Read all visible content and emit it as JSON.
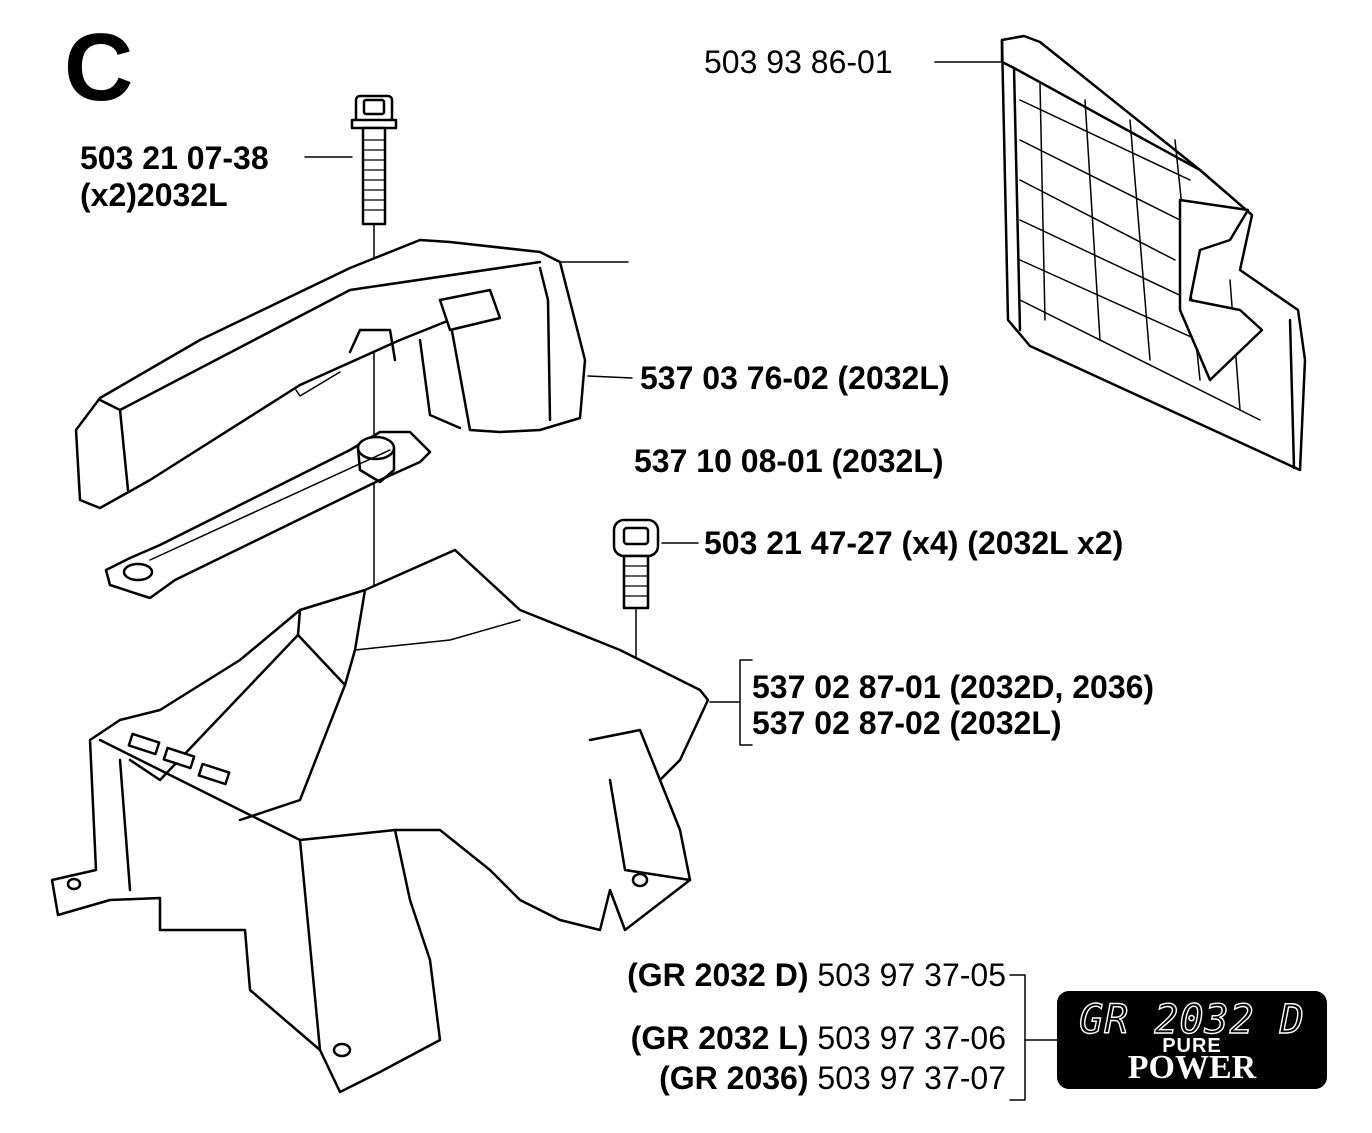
{
  "section_letter": "C",
  "callouts": {
    "grille": "503 93 86-01",
    "top_screw_number": "503 21 07-38",
    "top_screw_note": "(x2)2032L",
    "handle_cover": "537 03 76-02 (2032L)",
    "bracket": "537 10 08-01 (2032L)",
    "side_screw": "503 21 47-27 (x4) (2032L x2)",
    "main_cover_d": "537 02 87-01 (2032D, 2036)",
    "main_cover_l": "537 02 87-02 (2032L)"
  },
  "decal_list": [
    {
      "model": "(GR 2032 D)",
      "part": "503 97 37-05"
    },
    {
      "model": "(GR 2032 L)",
      "part": "503 97 37-06"
    },
    {
      "model": "(GR 2036)",
      "part": "503 97 37-07"
    }
  ],
  "decal_badge": {
    "model": "GR 2032 D",
    "line1": "PURE",
    "line2": "POWER"
  }
}
